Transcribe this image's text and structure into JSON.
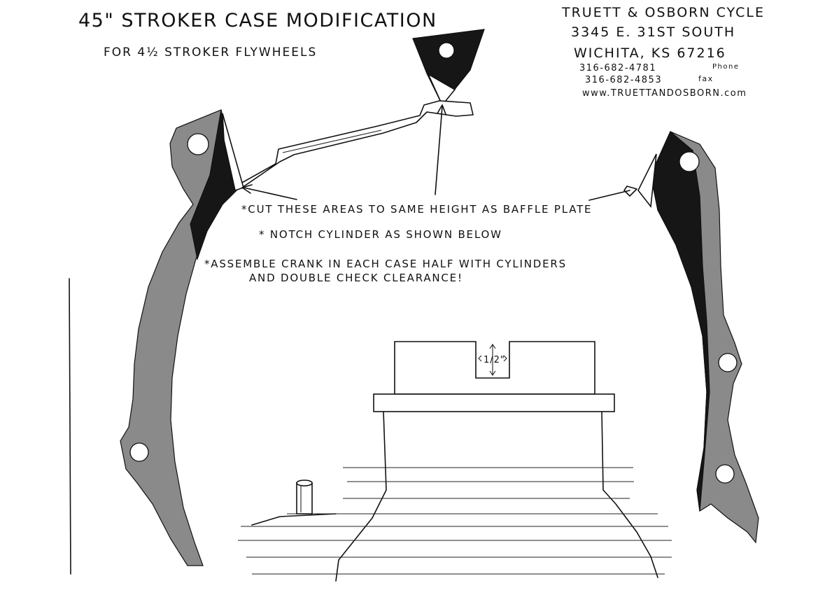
{
  "title": "45\" STROKER CASE MODIFICATION",
  "subtitle": "FOR 4½ STROKER FLYWHEELS",
  "address": {
    "company": "TRUETT & OSBORN CYCLE",
    "street": "3345 E. 31ST SOUTH",
    "city": "WICHITA, KS 67216",
    "phone": "316-682-4781",
    "phone_label": "Phone",
    "fax": "316-682-4853",
    "fax_label": "fax",
    "website": "www.TRUETTANDOSBORN.com"
  },
  "notes": {
    "cut": "*CUT THESE AREAS TO SAME HEIGHT AS BAFFLE PLATE",
    "notch": "* NOTCH CYLINDER AS SHOWN BELOW",
    "assemble_1": "*ASSEMBLE CRANK IN EACH CASE HALF WITH CYLINDERS",
    "assemble_2": "AND DOUBLE CHECK CLEARANCE!"
  },
  "notch_dimension": "1/2\""
}
